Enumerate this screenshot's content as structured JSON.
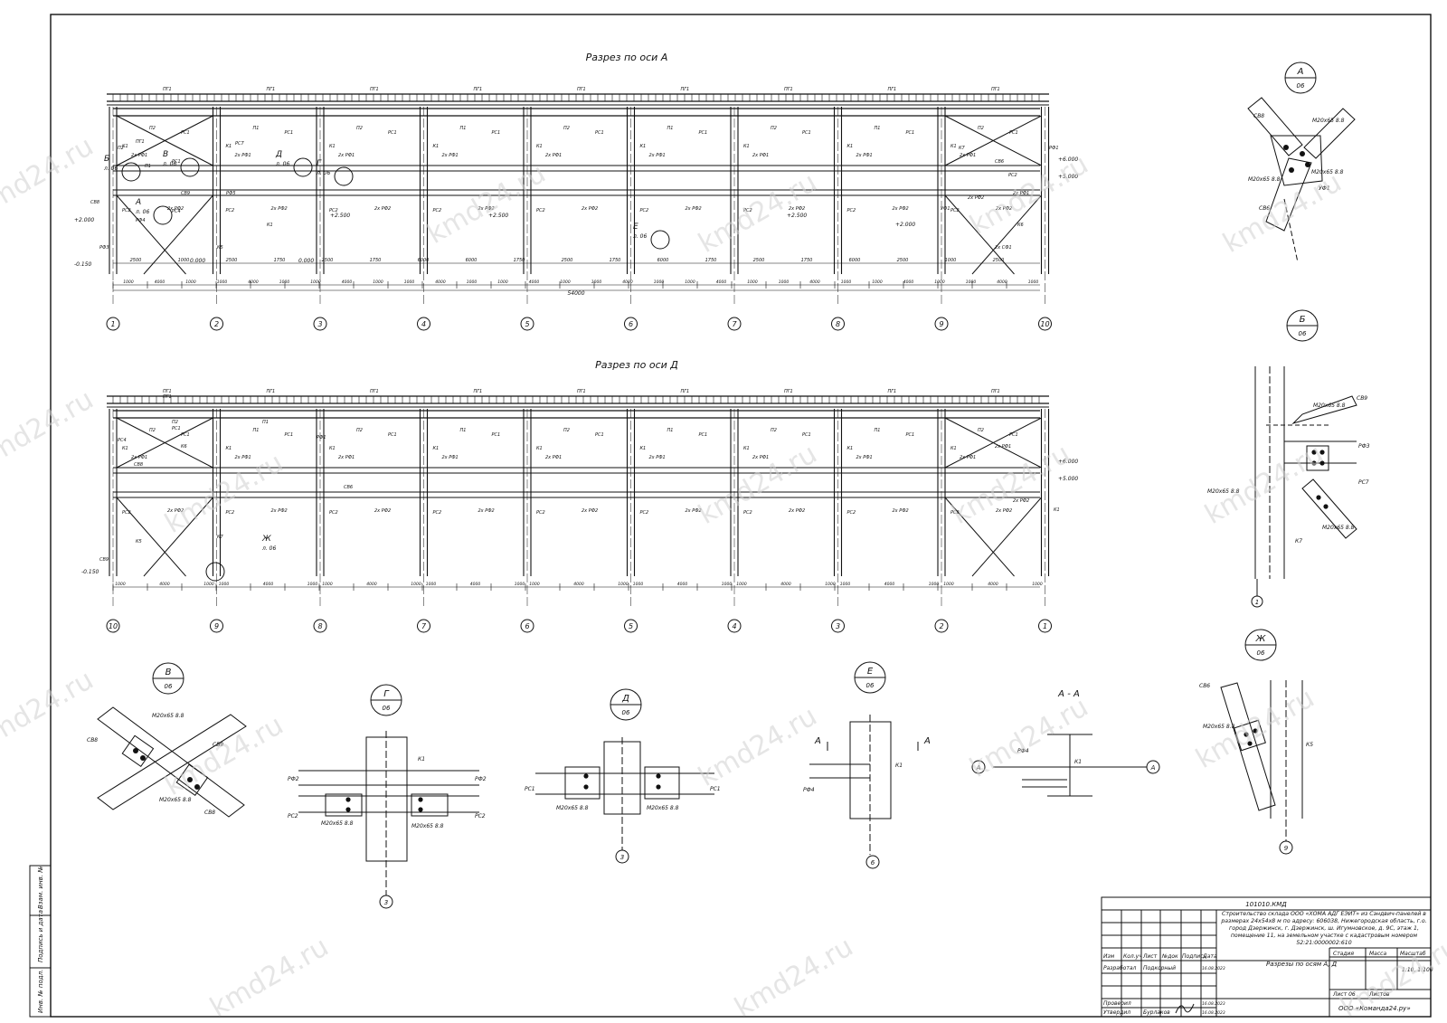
{
  "watermark": "kmd24.ru",
  "sectionA": {
    "title": "Разрез по оси А",
    "axes": [
      "1",
      "2",
      "3",
      "4",
      "5",
      "6",
      "7",
      "8",
      "9",
      "10"
    ],
    "bay_dims": [
      "1000",
      "4000",
      "1000",
      "1000",
      "4000",
      "1000",
      "1000",
      "4000",
      "1000",
      "1000",
      "4000",
      "1000",
      "1000",
      "4000",
      "1000",
      "1000",
      "4000",
      "1000",
      "1000",
      "4000",
      "1000",
      "1000",
      "4000",
      "1000",
      "1000",
      "4000",
      "1000",
      "1000",
      "4000",
      "1000"
    ],
    "total_dim": "54000",
    "sub_dims": [
      "2500",
      "1000",
      "2500",
      "1750",
      "2500",
      "1750",
      "6000",
      "6000",
      "1750",
      "2500",
      "1750",
      "6000",
      "1750",
      "2500",
      "1750",
      "6000",
      "2500",
      "1000",
      "2500"
    ],
    "levels": [
      "+2.000",
      "-0.150",
      "0.000",
      "0.000",
      "+2.500",
      "+2.500",
      "+2.500",
      "+2.000",
      "+6.000",
      "+5.000"
    ],
    "callouts": [
      {
        "letter": "А",
        "sheet": "л. 06"
      },
      {
        "letter": "Б",
        "sheet": "л. 06"
      },
      {
        "letter": "В",
        "sheet": "л. 06"
      },
      {
        "letter": "Г",
        "sheet": "л. 06"
      },
      {
        "letter": "Д",
        "sheet": "л. 06"
      },
      {
        "letter": "Е",
        "sheet": "л. 06"
      }
    ],
    "labels": [
      "ПГ1",
      "П2",
      "П1",
      "РС1",
      "СВ8",
      "СВ9",
      "РС4",
      "РС7",
      "РФ1",
      "РФ3",
      "РФ4",
      "РФ5",
      "К5",
      "К1",
      "К6",
      "К7",
      "СВ6",
      "РС2",
      "2х РФ1",
      "2х РФ2",
      "2х СФ1",
      "УФ1"
    ]
  },
  "sectionD": {
    "title": "Разрез по оси Д",
    "axes": [
      "10",
      "9",
      "8",
      "7",
      "6",
      "5",
      "4",
      "3",
      "2",
      "1"
    ],
    "levels": [
      "-0.150",
      "+6.000",
      "+5.000"
    ],
    "callout": {
      "letter": "Ж",
      "sheet": "л. 06"
    },
    "labels": [
      "ПГ1",
      "П2",
      "П1",
      "РС1",
      "РС4",
      "СВ8",
      "СВ9",
      "РФ1",
      "К7",
      "К1",
      "К5",
      "К6",
      "СВ6",
      "2х РФ1",
      "2х РФ2"
    ]
  },
  "details": {
    "A": {
      "letter": "А",
      "sheet": "06",
      "bolt": "М20х65 8.8",
      "parts": [
        "СВ8",
        "СВ6",
        "УФ1"
      ]
    },
    "B": {
      "letter": "Б",
      "sheet": "06",
      "bolt": "М20х65 8.8",
      "parts": [
        "СВ9",
        "РФ3",
        "РС7",
        "К7"
      ],
      "axis": "1"
    },
    "V": {
      "letter": "В",
      "sheet": "06",
      "bolt": "М20х65 8.8",
      "parts": [
        "СВ8",
        "СВ9"
      ]
    },
    "G": {
      "letter": "Г",
      "sheet": "06",
      "bolt": "М20х65 8.8",
      "parts": [
        "К1",
        "РФ2",
        "РС2"
      ],
      "axis": "3"
    },
    "D": {
      "letter": "Д",
      "sheet": "06",
      "bolt": "М20х65 8.8",
      "parts": [
        "РС1"
      ],
      "axis": "3"
    },
    "E": {
      "letter": "Е",
      "sheet": "06",
      "parts": [
        "К1",
        "РФ4"
      ],
      "axis": "6",
      "cut": "А"
    },
    "AA": {
      "title": "А - А",
      "parts": [
        "РФ4",
        "К1"
      ],
      "marker": "А"
    },
    "ZH": {
      "letter": "Ж",
      "sheet": "06",
      "bolt": "М20х65 8.8",
      "parts": [
        "СВ6",
        "К5"
      ],
      "axis": "9"
    }
  },
  "side_stamps": [
    "Взам. инв. №",
    "Подпись и дата",
    "Инв. № подл."
  ],
  "title_block": {
    "code": "101010.КМД",
    "project": "Строительство склада ООО «ХОМА АДГ ЕЭЙТ» из Сэндвич-панелей в размерах 24х54х8 м по адресу: 606038, Нижегородская область, г.о. город Дзержинск, г. Дзержинск, ш. Игумновское, д. 9С, этаж 1, помещение 11, на земельном участке с кадастровым номером 52:21:0000002:610",
    "sheet_title": "Разрезы по осям А, Д",
    "header_cols": [
      "Изм",
      "Кол.уч",
      "Лист",
      "№док",
      "Подпись",
      "Дата"
    ],
    "rows": [
      {
        "role": "Разработал",
        "name": "Подкорный",
        "date": "16.08.2023"
      },
      {
        "role": "Проверил",
        "name": "",
        "date": "16.08.2023"
      },
      {
        "role": "Утвердил",
        "name": "Бурлаков",
        "date": "16.08.2023"
      }
    ],
    "stage_headers": [
      "Стадия",
      "Масса",
      "Масштаб"
    ],
    "scale": "1:10, 1:100",
    "sheet": "Лист 06",
    "sheets": "Листов",
    "company": "ООО «Команда24.ру»"
  }
}
